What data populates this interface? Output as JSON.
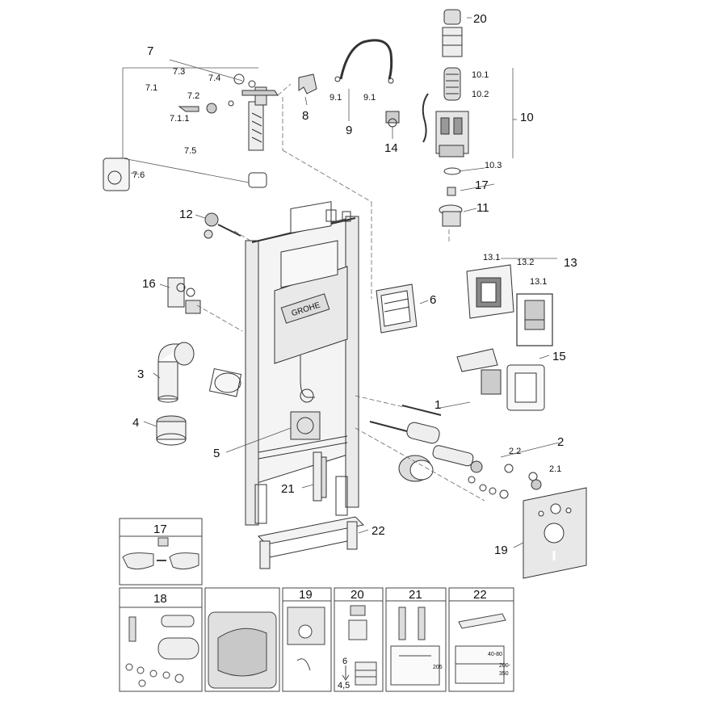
{
  "callouts": {
    "n1": "1",
    "n2": "2",
    "n2_1": "2.1",
    "n2_2": "2.2",
    "n3": "3",
    "n4": "4",
    "n5": "5",
    "n6": "6",
    "n7": "7",
    "n7_1": "7.1",
    "n7_1_1": "7.1.1",
    "n7_2": "7.2",
    "n7_3": "7.3",
    "n7_4": "7.4",
    "n7_5": "7.5",
    "n7_6": "7.6",
    "n8": "8",
    "n9": "9",
    "n9_1a": "9.1",
    "n9_1b": "9.1",
    "n10": "10",
    "n10_1": "10.1",
    "n10_2": "10.2",
    "n10_3": "10.3",
    "n11": "11",
    "n12": "12",
    "n13": "13",
    "n13_1a": "13.1",
    "n13_1b": "13.1",
    "n13_2": "13.2",
    "n14": "14",
    "n15": "15",
    "n16": "16",
    "n17": "17",
    "n19": "19",
    "n20": "20",
    "n21": "21",
    "n22": "22"
  },
  "brand": "GROHE",
  "panels": {
    "p17": "17",
    "p18": "18",
    "p19": "19",
    "p20": "20",
    "p21": "21",
    "p22": "22"
  },
  "details": {
    "d6": "6",
    "d4_5": "4,5",
    "d205": "205",
    "d200": "200-",
    "d350": "350",
    "d40": "40-80"
  }
}
